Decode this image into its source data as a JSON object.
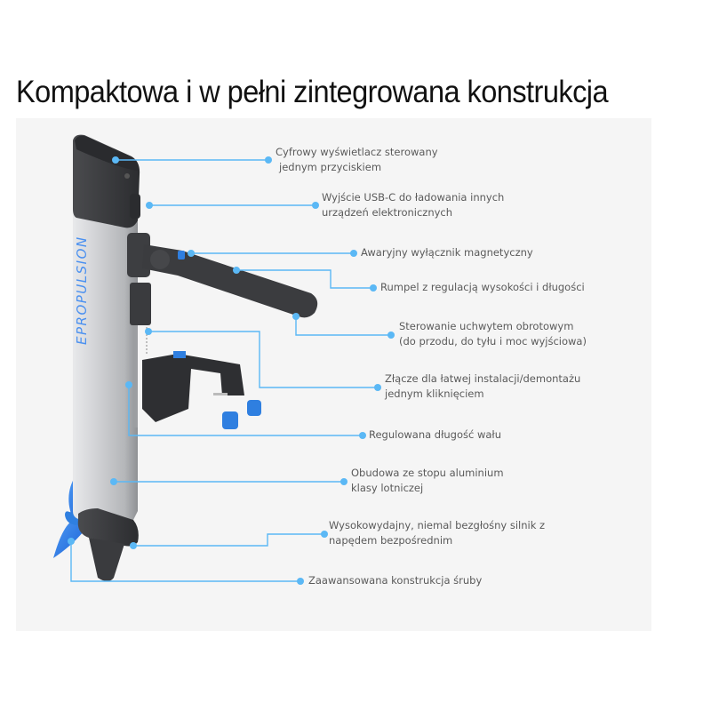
{
  "title": "Kompaktowa i w pełni zintegrowana konstrukcja",
  "colors": {
    "accent": "#5bb8f5",
    "panel_bg": "#f5f5f5",
    "body_dark": "#3a3b3d",
    "aluminium": "#c9cacc",
    "brand_blue": "#2f7fe0",
    "label_text": "#5a5a5a"
  },
  "product": {
    "brand_mark": "EPROPULSION"
  },
  "callouts": [
    {
      "id": "display",
      "lines": [
        "Cyfrowy wyświetlacz sterowany",
        "jednym przyciskiem"
      ]
    },
    {
      "id": "usb",
      "lines": [
        "Wyjście USB-C do ładowania innych",
        "urządzeń elektronicznych"
      ]
    },
    {
      "id": "kill-switch",
      "lines": [
        "Awaryjny wyłącznik magnetyczny"
      ]
    },
    {
      "id": "tiller",
      "lines": [
        "Rumpel z regulacją wysokości i długości"
      ]
    },
    {
      "id": "throttle",
      "lines": [
        "Sterowanie uchwytem obrotowym",
        "(do przodu, do tyłu i moc wyjściowa)"
      ]
    },
    {
      "id": "connector",
      "lines": [
        "Złącze dla łatwej instalacji/demontażu",
        "jednym kliknięciem"
      ]
    },
    {
      "id": "shaft",
      "lines": [
        "Regulowana długość wału"
      ]
    },
    {
      "id": "housing",
      "lines": [
        "Obudowa ze stopu aluminium",
        "klasy lotniczej"
      ]
    },
    {
      "id": "motor",
      "lines": [
        "Wysokowydajny, niemal bezgłośny silnik z",
        "napędem bezpośrednim"
      ]
    },
    {
      "id": "propeller",
      "lines": [
        "Zaawansowana konstrukcja śruby"
      ]
    }
  ]
}
